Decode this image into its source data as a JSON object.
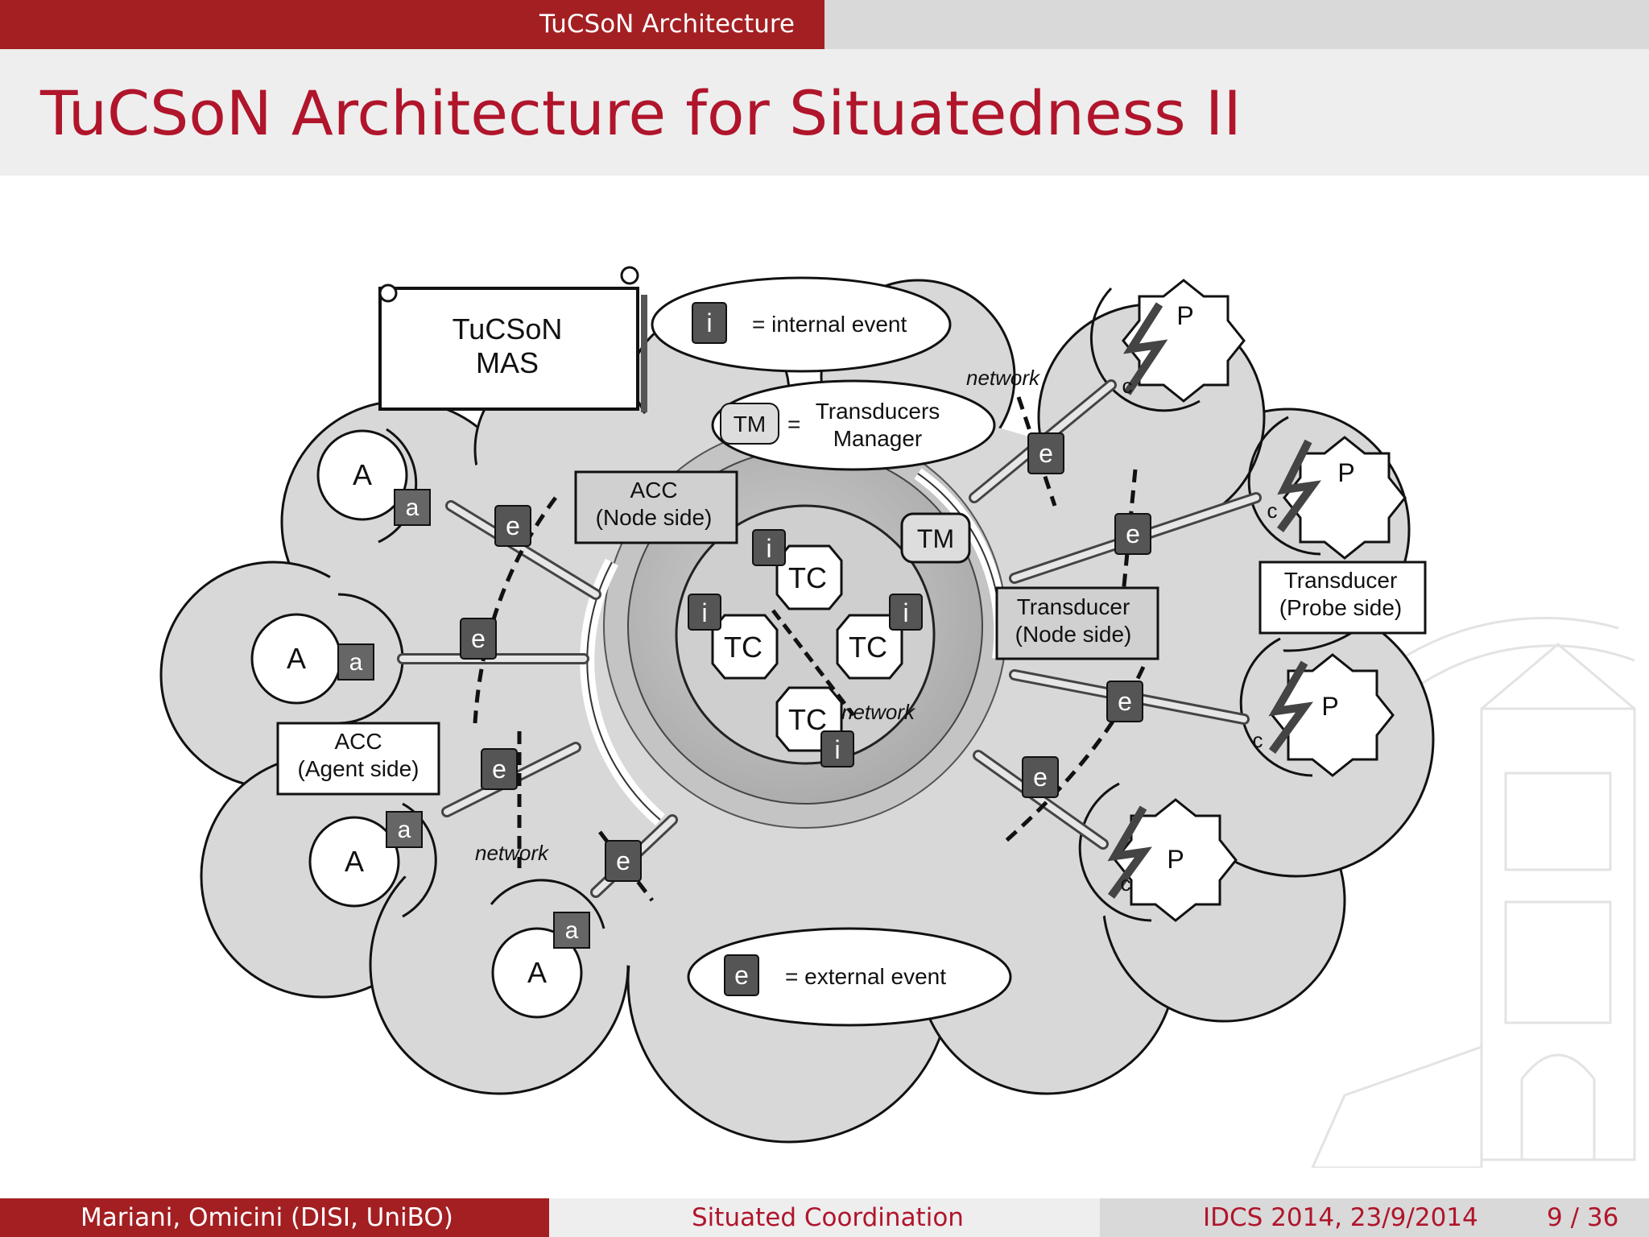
{
  "header": {
    "section": "TuCSoN Architecture"
  },
  "slide": {
    "title": "TuCSoN Architecture for Situatedness II"
  },
  "diagram": {
    "mas_label_line1": "TuCSoN",
    "mas_label_line2": "MAS",
    "legend_internal": {
      "glyph": "i",
      "text": "= internal event"
    },
    "legend_external": {
      "glyph": "e",
      "text": "= external event"
    },
    "legend_tm": {
      "glyph": "TM",
      "eq": "=",
      "line1": "Transducers",
      "line2": "Manager"
    },
    "acc_node_line1": "ACC",
    "acc_node_line2": "(Node side)",
    "acc_agent_line1": "ACC",
    "acc_agent_line2": "(Agent side)",
    "transducer_node_line1": "Transducer",
    "transducer_node_line2": "(Node side)",
    "transducer_probe_line1": "Transducer",
    "transducer_probe_line2": "(Probe side)",
    "network_label": "network",
    "tc_label": "TC",
    "tm_label": "TM",
    "agent_label": "A",
    "acc_glyph": "a",
    "probe_label": "P",
    "transducer_glyph": "c",
    "event_ext": "e",
    "event_int": "i"
  },
  "footer": {
    "authors": "Mariani, Omicini  (DISI, UniBO)",
    "talk": "Situated Coordination",
    "venue": "IDCS 2014, 23/9/2014",
    "page": "9 / 36"
  },
  "colors": {
    "brand_red": "#a31f22",
    "title_red": "#b0152b",
    "bar_grey": "#d9d9d9",
    "title_bg": "#eeeeee"
  }
}
